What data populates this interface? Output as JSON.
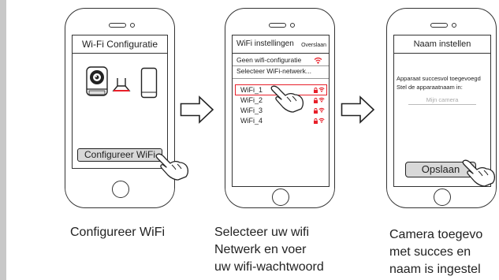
{
  "steps": [
    {
      "screen_title": "Wi-Fi Configuratie",
      "button_label": "Configureer WiFi",
      "caption": [
        "Configureer WiFi"
      ]
    },
    {
      "screen_title": "WiFi instellingen",
      "skip_label": "Overslaan",
      "rows": [
        "Geen wifi-configuratie",
        "Selecteer WiFi-netwerk..."
      ],
      "networks": [
        "WiFi_1",
        "WiFi_2",
        "WiFi_3",
        "WiFi_4"
      ],
      "selected_network": "WiFi_1",
      "caption": [
        "Selecteer uw wifi",
        "Netwerk en voer",
        "uw wifi-wachtwoord"
      ]
    },
    {
      "screen_title": "Naam instellen",
      "message_line1": "Apparaat succesvol toegevoegd",
      "message_line2": "Stel de apparaatnaam in:",
      "name_placeholder": "Mijn camera",
      "save_label": "Opslaan",
      "caption": [
        "Camera toegevo",
        "met succes en",
        "naam is ingestel"
      ]
    }
  ],
  "colors": {
    "accent_red": "#e8202a",
    "outline": "#333333",
    "button_fill": "#d8d8d8"
  }
}
